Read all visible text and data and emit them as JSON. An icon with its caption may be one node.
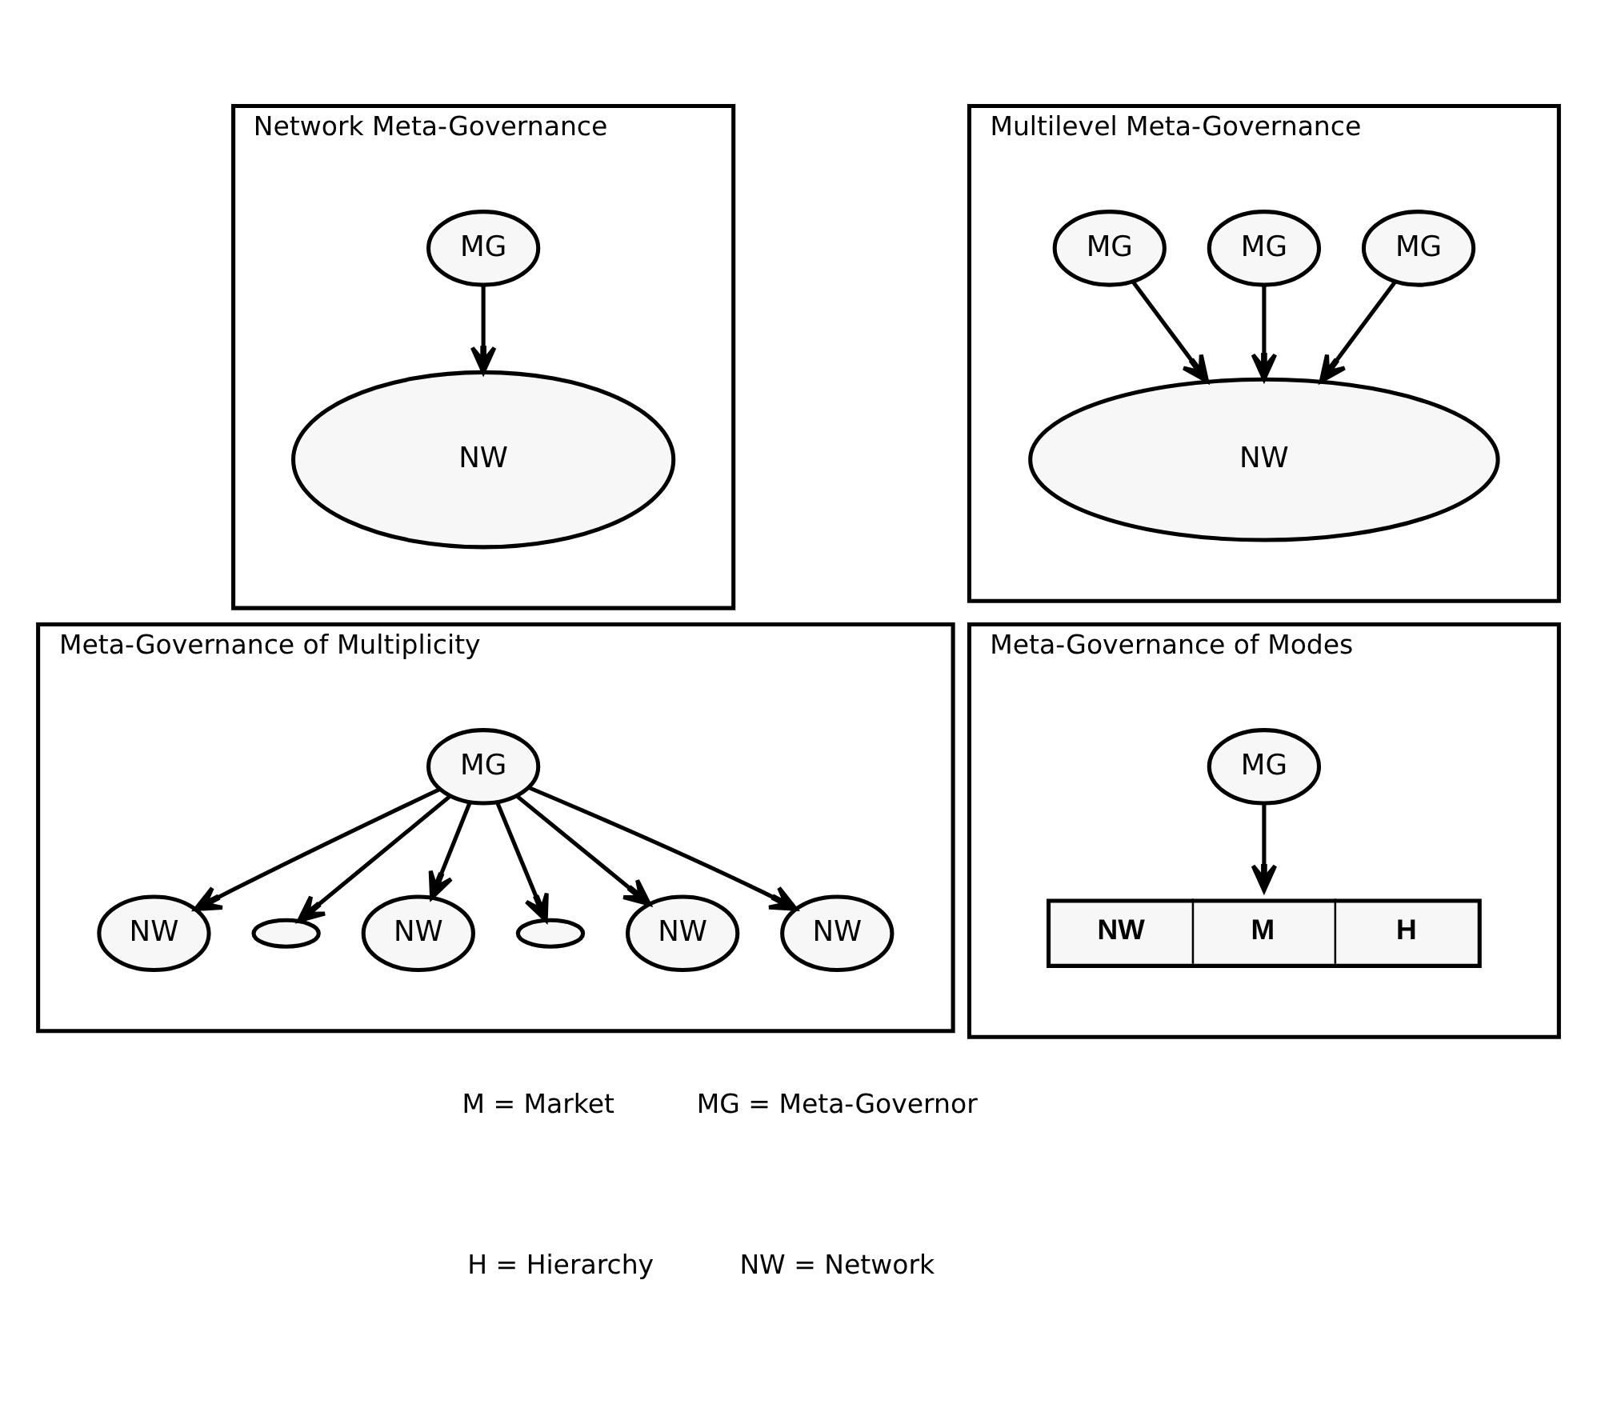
{
  "diagram": {
    "nodes": [
      {
        "text": [
          "Network Meta-Governance"
        ]
      },
      {
        "text": [
          "MG"
        ],
        "in": 0
      },
      {
        "text": [
          "NW"
        ],
        "in": 0
      },
      {
        "text": [
          "Multilevel Meta-Governance"
        ]
      },
      {
        "text": [
          "MG"
        ],
        "in": 3
      },
      {
        "text": [
          "MG"
        ],
        "in": 3
      },
      {
        "text": [
          "MG"
        ],
        "in": 3
      },
      {
        "text": [
          "NW"
        ],
        "in": 3
      },
      {
        "text": [
          "Meta-Governance of Multiplicity"
        ]
      },
      {
        "text": [
          "MG"
        ],
        "in": 8
      },
      {
        "text": [
          "NW"
        ],
        "in": 8
      },
      {
        "text": [],
        "shape": "ellipse",
        "in": 8
      },
      {
        "text": [
          "NW"
        ],
        "in": 8
      },
      {
        "text": [],
        "shape": "ellipse",
        "in": 8
      },
      {
        "text": [
          "NW"
        ],
        "in": 8
      },
      {
        "text": [
          "NW"
        ],
        "in": 8
      },
      {
        "text": [
          "Meta-Governance of Modes"
        ]
      },
      {
        "text": [
          "MG"
        ],
        "in": 16
      },
      {
        "text": [
          "NW",
          "M",
          "H"
        ],
        "in": 16
      }
    ],
    "edges": [
      {
        "from": 1,
        "to": 2,
        "arrow": "to"
      },
      {
        "from": 4,
        "to": 7,
        "arrow": "to"
      },
      {
        "from": 5,
        "to": 7,
        "arrow": "to"
      },
      {
        "from": 6,
        "to": 7,
        "arrow": "to"
      },
      {
        "from": 9,
        "to": 10,
        "arrow": "to"
      },
      {
        "from": 9,
        "to": 11,
        "arrow": "to"
      },
      {
        "from": 9,
        "to": 12,
        "arrow": "to"
      },
      {
        "from": 9,
        "to": 13,
        "arrow": "to"
      },
      {
        "from": 9,
        "to": 14,
        "arrow": "to"
      },
      {
        "from": 9,
        "to": 15,
        "arrow": "to"
      },
      {
        "from": 17,
        "to": 18,
        "arrow": "to"
      }
    ],
    "labels": [
      "MG = Meta-Governor",
      "M = Market",
      "NW = Network",
      "H = Hierarchy"
    ]
  }
}
